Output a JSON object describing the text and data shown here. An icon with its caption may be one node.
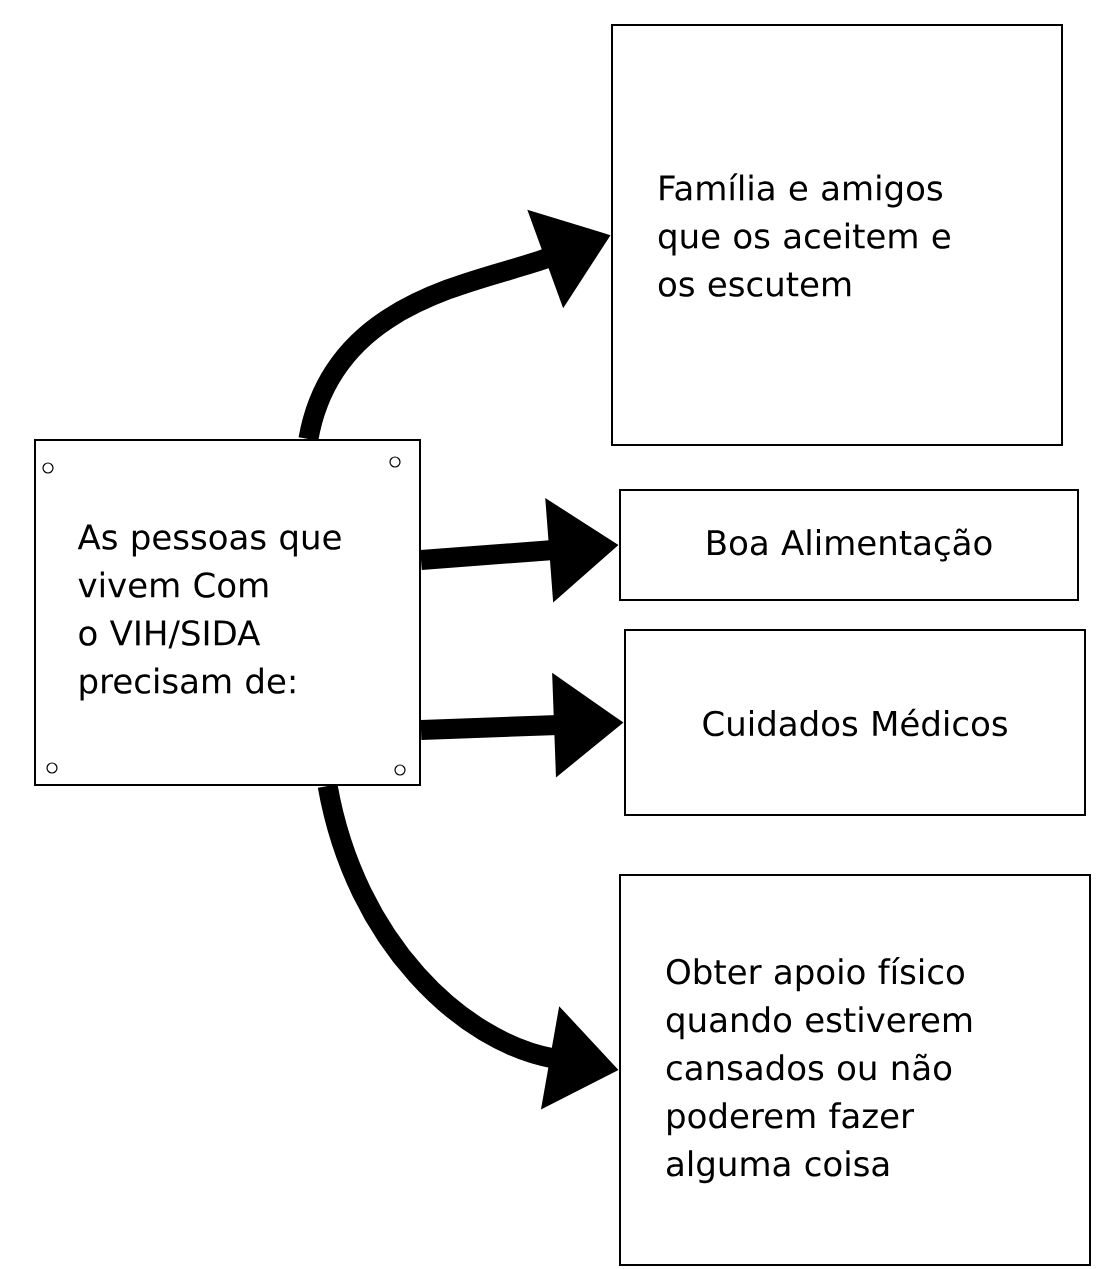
{
  "diagram": {
    "nodes": [
      {
        "text": [
          "As pessoas que vivem Com o VIH/SIDA precisam de:"
        ]
      },
      {
        "text": [
          "Família e amigos que os aceitem e os escutem"
        ]
      },
      {
        "text": [
          "Boa Alimentação"
        ]
      },
      {
        "text": [
          "Cuidados Médicos"
        ]
      },
      {
        "text": [
          "Obter apoio físico quando estiverem cansados ou não poderem fazer alguma coisa"
        ]
      }
    ],
    "edges": [
      {
        "from": 0,
        "to": 1,
        "arrow": "to"
      },
      {
        "from": 0,
        "to": 2,
        "arrow": "to"
      },
      {
        "from": 0,
        "to": 3,
        "arrow": "to"
      },
      {
        "from": 0,
        "to": 4,
        "arrow": "to"
      }
    ]
  }
}
